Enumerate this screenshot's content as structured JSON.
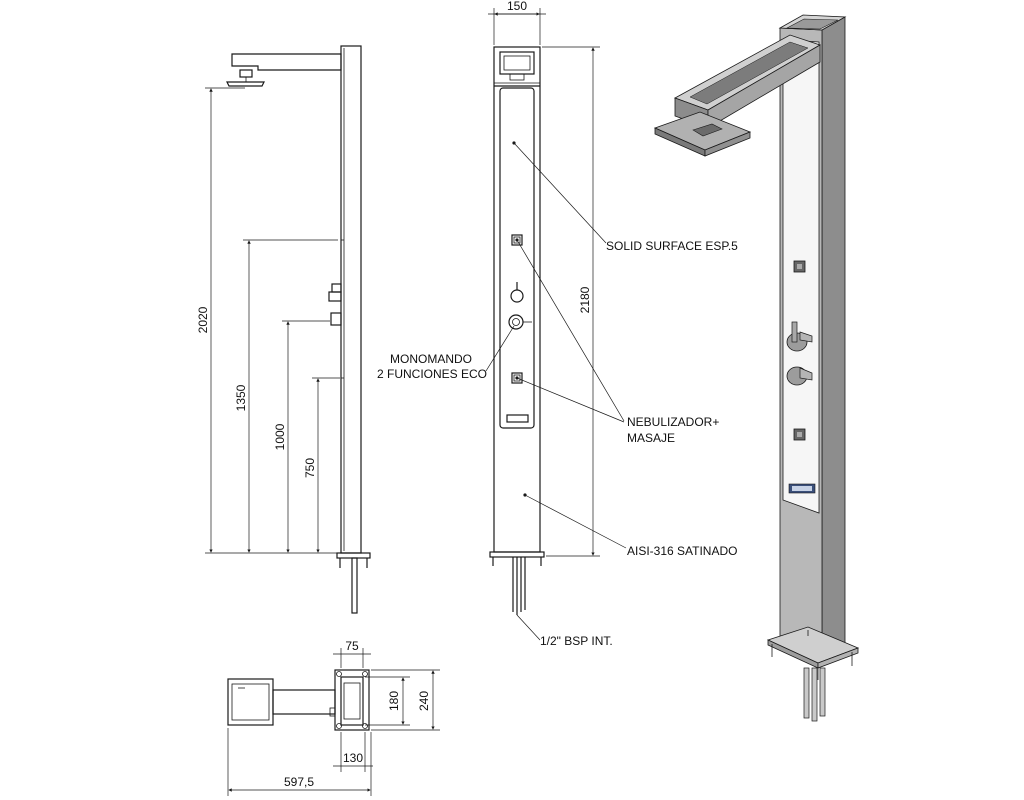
{
  "dimensions": {
    "total_height": "2020",
    "height_1350": "1350",
    "height_1000": "1000",
    "height_750": "750",
    "column_width": "150",
    "column_height": "2180",
    "top_75": "75",
    "side_180": "180",
    "side_240": "240",
    "bottom_130": "130",
    "arm_length": "597,5"
  },
  "labels": {
    "solid_surface": "SOLID SURFACE ESP.5",
    "monomando_1": "MONOMANDO",
    "monomando_2": "2 FUNCIONES ECO",
    "nebulizador_1": "NEBULIZADOR+",
    "nebulizador_2": "MASAJE",
    "aisi": "AISI-316 SATINADO",
    "bsp": "1/2\" BSP INT."
  },
  "colors": {
    "line": "#1a1a1a",
    "steel_light": "#c8c8c8",
    "steel_mid": "#a9a9a9",
    "steel_dark": "#7a7a7a",
    "panel": "#f4f4f4"
  }
}
